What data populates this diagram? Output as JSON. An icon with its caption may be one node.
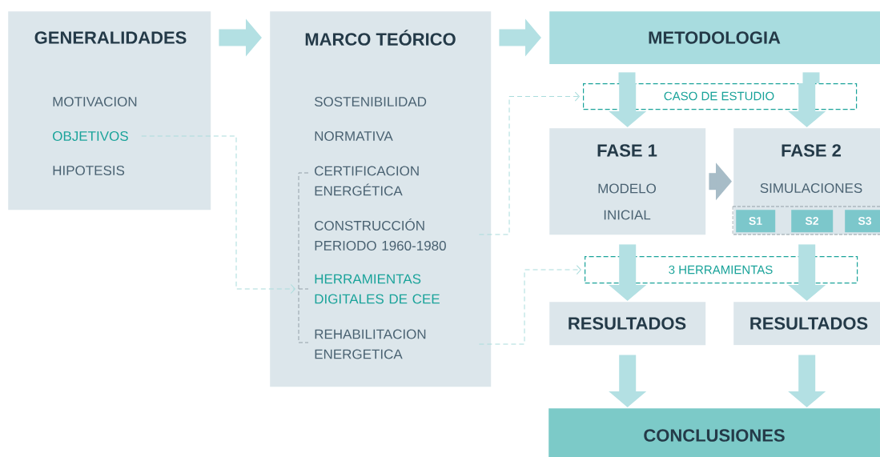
{
  "diagram": {
    "nodes": [
      {
        "text": [
          "GENERALIDADES"
        ]
      },
      {
        "text": [
          "MOTIVACION"
        ],
        "in": 0
      },
      {
        "text": [
          "OBJETIVOS"
        ],
        "in": 0
      },
      {
        "text": [
          "HIPOTESIS"
        ],
        "in": 0
      },
      {
        "text": [
          "MARCO TEÓRICO"
        ]
      },
      {
        "text": [
          "SOSTENIBILIDAD"
        ],
        "in": 4
      },
      {
        "text": [
          "NORMATIVA"
        ],
        "in": 4
      },
      {
        "text": [
          "CERTIFICACION ENERGÉTICA"
        ],
        "in": 4
      },
      {
        "text": [
          "CONSTRUCCIÓN PERIODO 1960-1980"
        ],
        "in": 4
      },
      {
        "text": [
          "HERRAMIENTAS DIGITALES DE CEE"
        ],
        "in": 4
      },
      {
        "text": [
          "REHABILITACION ENERGETICA"
        ],
        "in": 4
      },
      {
        "text": [
          "METODOLOGIA"
        ]
      },
      {
        "text": [
          "CASO DE ESTUDIO"
        ]
      },
      {
        "text": [
          "FASE 1",
          "MODELO INICIAL"
        ]
      },
      {
        "text": [
          "FASE 2",
          "SIMULACIONES"
        ]
      },
      {
        "text": [
          "S1"
        ],
        "in": 14
      },
      {
        "text": [
          "S2"
        ],
        "in": 14
      },
      {
        "text": [
          "S3"
        ],
        "in": 14
      },
      {
        "text": [
          "3 HERRAMIENTAS"
        ]
      },
      {
        "text": [
          "RESULTADOS"
        ]
      },
      {
        "text": [
          "RESULTADOS"
        ]
      },
      {
        "text": [
          "CONCLUSIONES"
        ]
      }
    ],
    "edges": [
      {
        "from": 0,
        "to": 4,
        "arrow": "to"
      },
      {
        "from": 4,
        "to": 11,
        "arrow": "to"
      },
      {
        "from": 2,
        "to": 9,
        "arrow": "to",
        "style": "dashed",
        "color": "#a9dcdc"
      },
      {
        "from": 8,
        "to": 12,
        "arrow": "to",
        "style": "dashed",
        "color": "#a9dcdc"
      },
      {
        "from": 10,
        "to": 18,
        "arrow": "to",
        "style": "dashed",
        "color": "#a9dcdc"
      },
      {
        "from": 11,
        "to": 12,
        "arrow": "none"
      },
      {
        "from": 11,
        "to": 12,
        "arrow": "none"
      },
      {
        "from": 12,
        "to": 13,
        "arrow": "to"
      },
      {
        "from": 12,
        "to": 14,
        "arrow": "to"
      },
      {
        "from": 13,
        "to": 14,
        "arrow": "to",
        "color": "#a7bcc7"
      },
      {
        "from": 13,
        "to": 18,
        "arrow": "none"
      },
      {
        "from": 14,
        "to": 18,
        "arrow": "none"
      },
      {
        "from": 18,
        "to": 19,
        "arrow": "to"
      },
      {
        "from": 18,
        "to": 20,
        "arrow": "to"
      },
      {
        "from": 19,
        "to": 21,
        "arrow": "to"
      },
      {
        "from": 20,
        "to": 21,
        "arrow": "to"
      }
    ]
  }
}
